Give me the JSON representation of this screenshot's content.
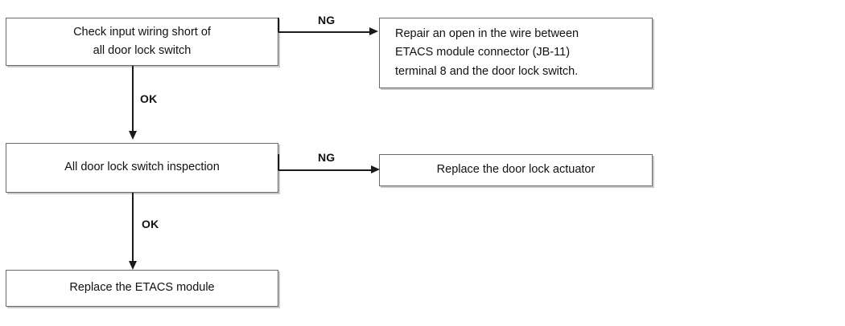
{
  "diagram": {
    "type": "troubleshooting-flowchart",
    "background_color": "#ffffff",
    "line_color": "#1a1a1a",
    "box_border_color": "#6b6b6b",
    "text_color": "#111111",
    "nodes": [
      {
        "id": "check-input-wiring",
        "text": "Check input wiring short of\nall door lock switch",
        "align": "center"
      },
      {
        "id": "repair-open-wire",
        "text": "Repair an open in the wire between\nETACS module connector (JB-11)\nterminal 8 and the door lock switch.",
        "align": "left"
      },
      {
        "id": "all-door-lock-inspection",
        "text": "All door lock switch inspection",
        "align": "center"
      },
      {
        "id": "replace-door-lock-actuator",
        "text": "Replace the door lock actuator",
        "align": "center"
      },
      {
        "id": "replace-etacs-module",
        "text": "Replace the ETACS module",
        "align": "center"
      }
    ],
    "edges": [
      {
        "id": "ng-1",
        "label": "NG",
        "from": "check-input-wiring",
        "to": "repair-open-wire",
        "direction": "right"
      },
      {
        "id": "ok-1",
        "label": "OK",
        "from": "check-input-wiring",
        "to": "all-door-lock-inspection",
        "direction": "down"
      },
      {
        "id": "ng-2",
        "label": "NG",
        "from": "all-door-lock-inspection",
        "to": "replace-door-lock-actuator",
        "direction": "right"
      },
      {
        "id": "ok-2",
        "label": "OK",
        "from": "all-door-lock-inspection",
        "to": "replace-etacs-module",
        "direction": "down"
      }
    ]
  }
}
